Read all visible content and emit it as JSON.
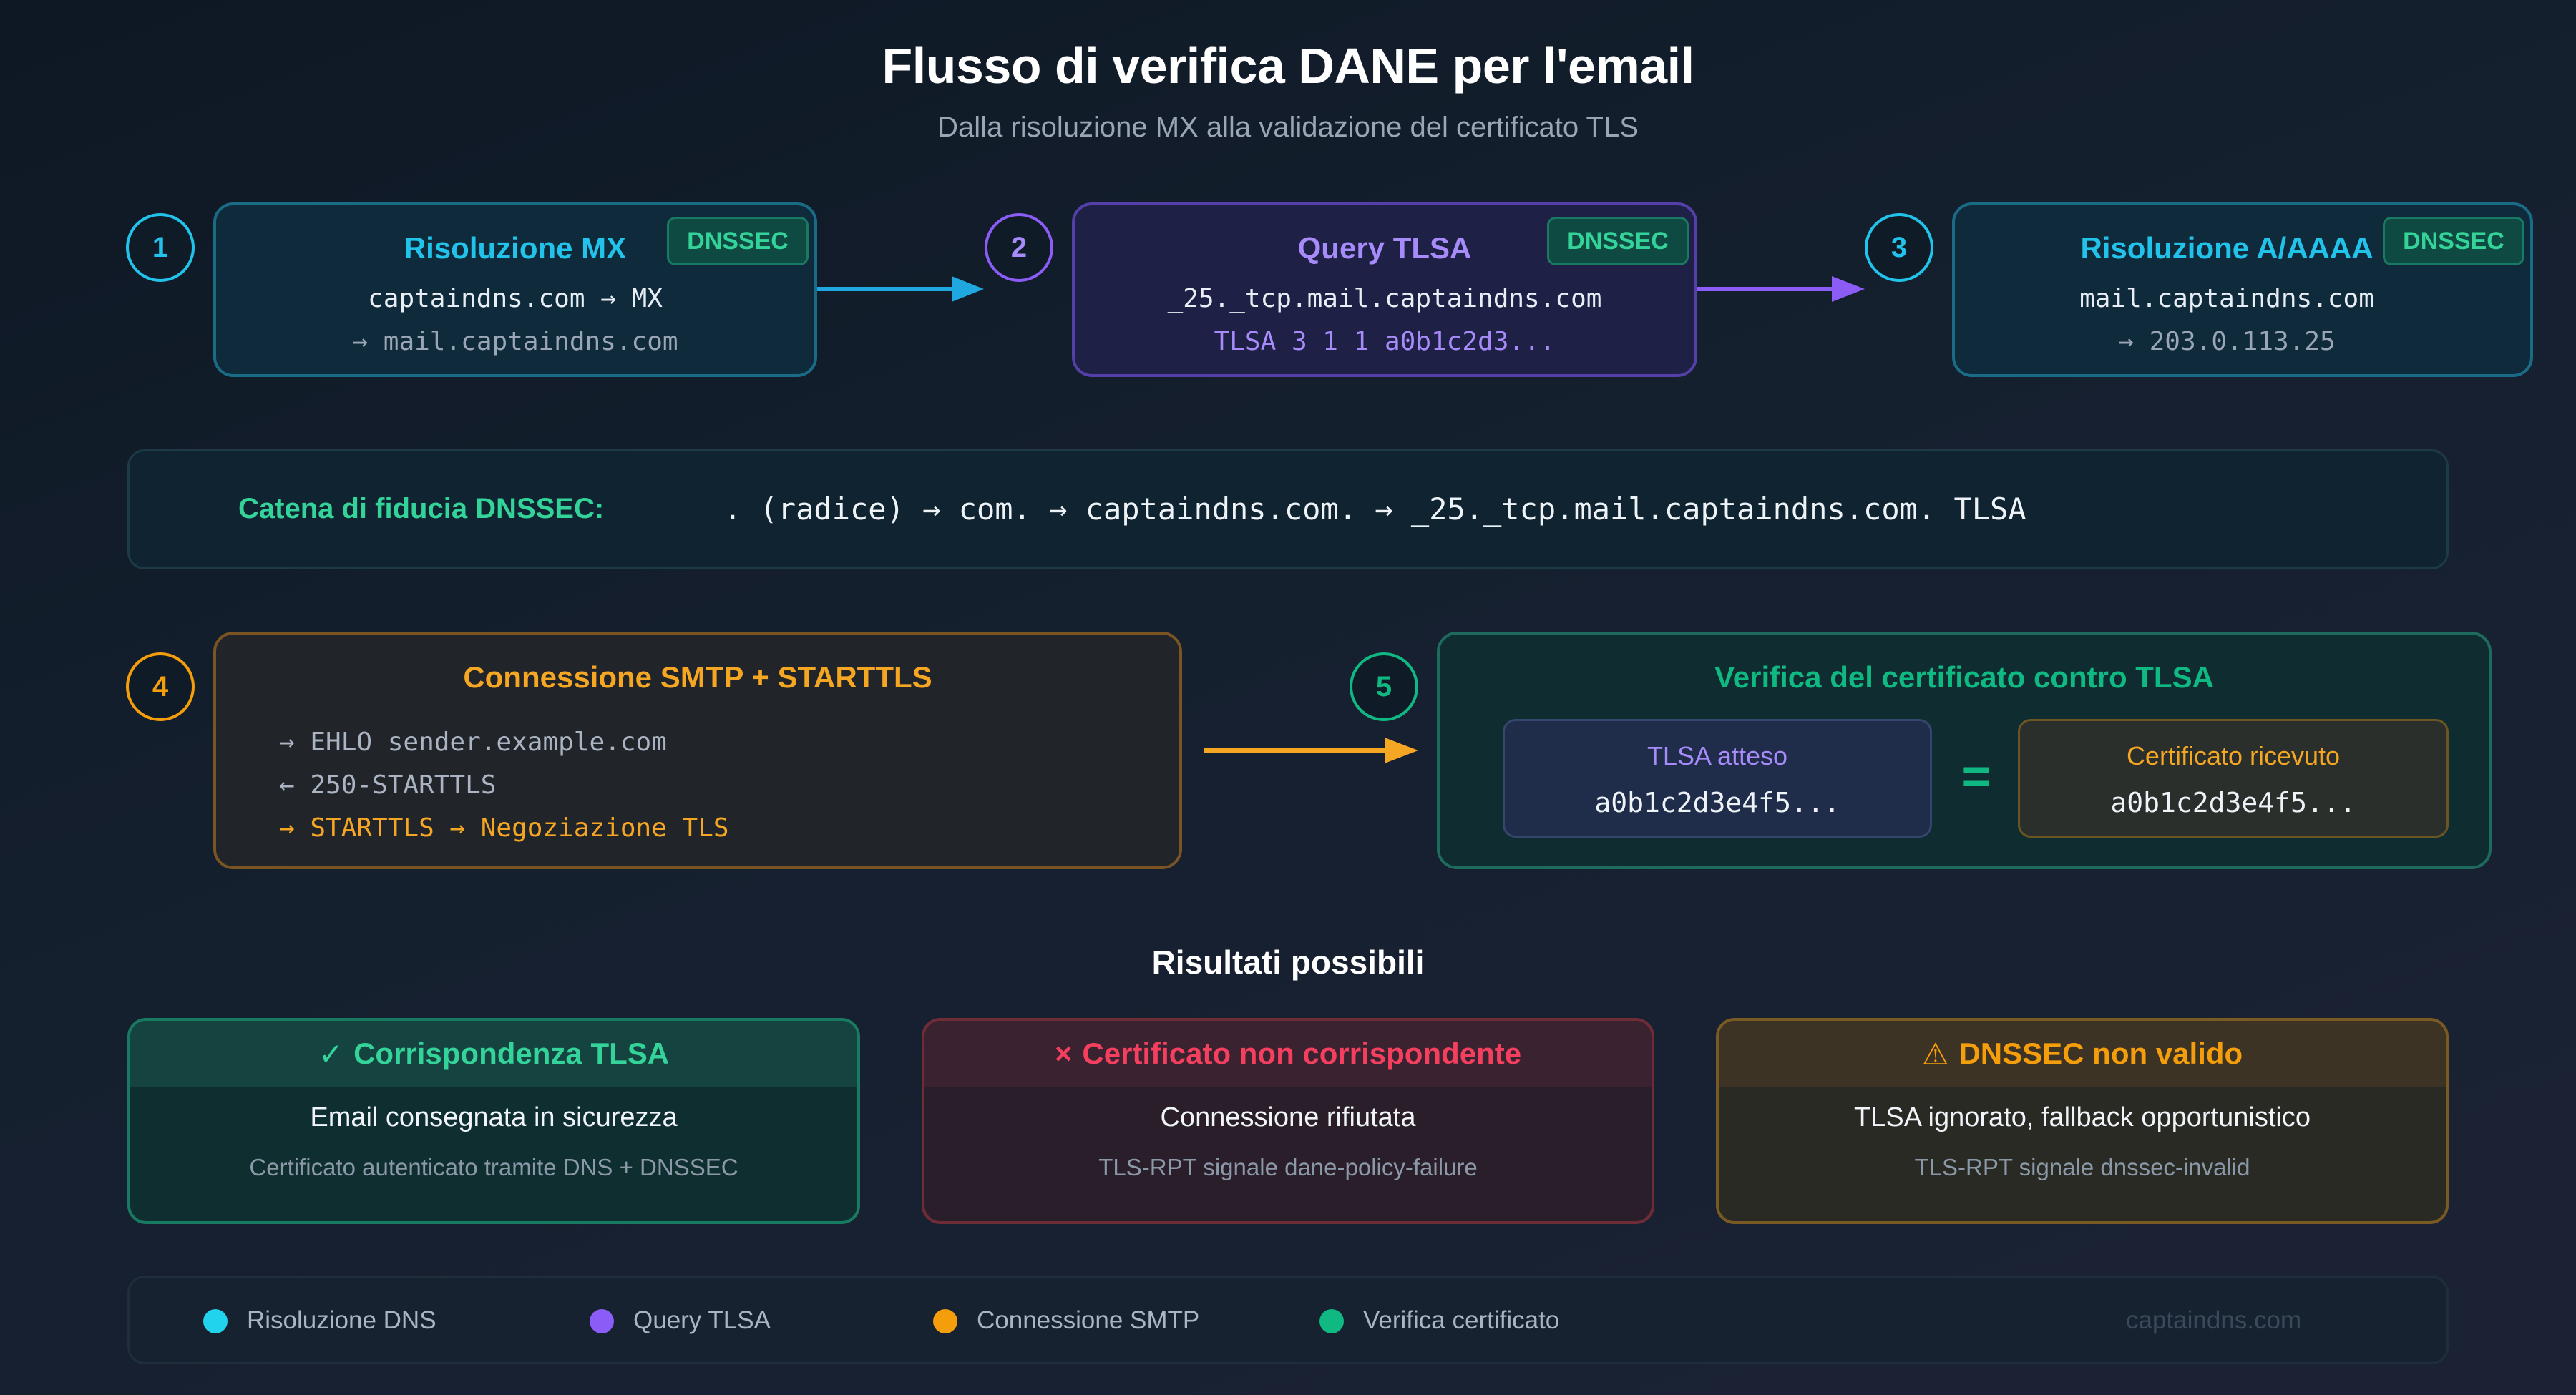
{
  "title": "Flusso di verifica DANE per l'email",
  "subtitle": "Dalla risoluzione MX alla validazione del certificato TLS",
  "steps": [
    {
      "number": "1",
      "title": "Risoluzione MX",
      "badge": "DNSSEC",
      "line1": "captaindns.com → MX",
      "line2": "→ mail.captaindns.com",
      "color": "#22c3ea"
    },
    {
      "number": "2",
      "title": "Query TLSA",
      "badge": "DNSSEC",
      "line1": "_25._tcp.mail.captaindns.com",
      "line2": "TLSA 3 1 1 a0b1c2d3...",
      "color": "#a78bfa"
    },
    {
      "number": "3",
      "title": "Risoluzione A/AAAA",
      "badge": "DNSSEC",
      "line1": "mail.captaindns.com",
      "line2": "→ 203.0.113.25",
      "color": "#22c3ea"
    }
  ],
  "chain": {
    "label": "Catena di fiducia DNSSEC:",
    "path": ". (radice) → com. → captaindns.com. → _25._tcp.mail.captaindns.com. TLSA"
  },
  "smtp": {
    "number": "4",
    "title": "Connessione SMTP + STARTTLS",
    "lines": [
      "→ EHLO sender.example.com",
      "← 250-STARTTLS",
      "→ STARTTLS → Negoziazione TLS"
    ]
  },
  "verify": {
    "number": "5",
    "title": "Verifica del certificato contro TLSA",
    "expected_label": "TLSA atteso",
    "expected_value": "a0b1c2d3e4f5...",
    "equals": "=",
    "received_label": "Certificato ricevuto",
    "received_value": "a0b1c2d3e4f5..."
  },
  "results_title": "Risultati possibili",
  "results": [
    {
      "icon": "check-icon",
      "glyph": "✓",
      "title": "Corrispondenza TLSA",
      "main": "Email consegnata in sicurezza",
      "sub": "Certificato autenticato tramite DNS + DNSSEC"
    },
    {
      "icon": "cross-icon",
      "glyph": "×",
      "title": "Certificato non corrispondente",
      "main": "Connessione rifiutata",
      "sub": "TLS-RPT signale dane-policy-failure"
    },
    {
      "icon": "warning-icon",
      "glyph": "⚠",
      "title": "DNSSEC non valido",
      "main": "TLSA ignorato, fallback opportunistico",
      "sub": "TLS-RPT signale dnssec-invalid"
    }
  ],
  "legend": [
    {
      "label": "Risoluzione DNS",
      "color": "#22d3ee"
    },
    {
      "label": "Query TLSA",
      "color": "#8b5cf6"
    },
    {
      "label": "Connessione SMTP",
      "color": "#f59e0b"
    },
    {
      "label": "Verifica certificato",
      "color": "#10b981"
    }
  ],
  "brand": "captaindns.com",
  "colors": {
    "cyan": "#22c3ea",
    "purple": "#8b5cf6",
    "orange": "#f59e0b",
    "green": "#10b981",
    "red": "#f43f5e"
  }
}
